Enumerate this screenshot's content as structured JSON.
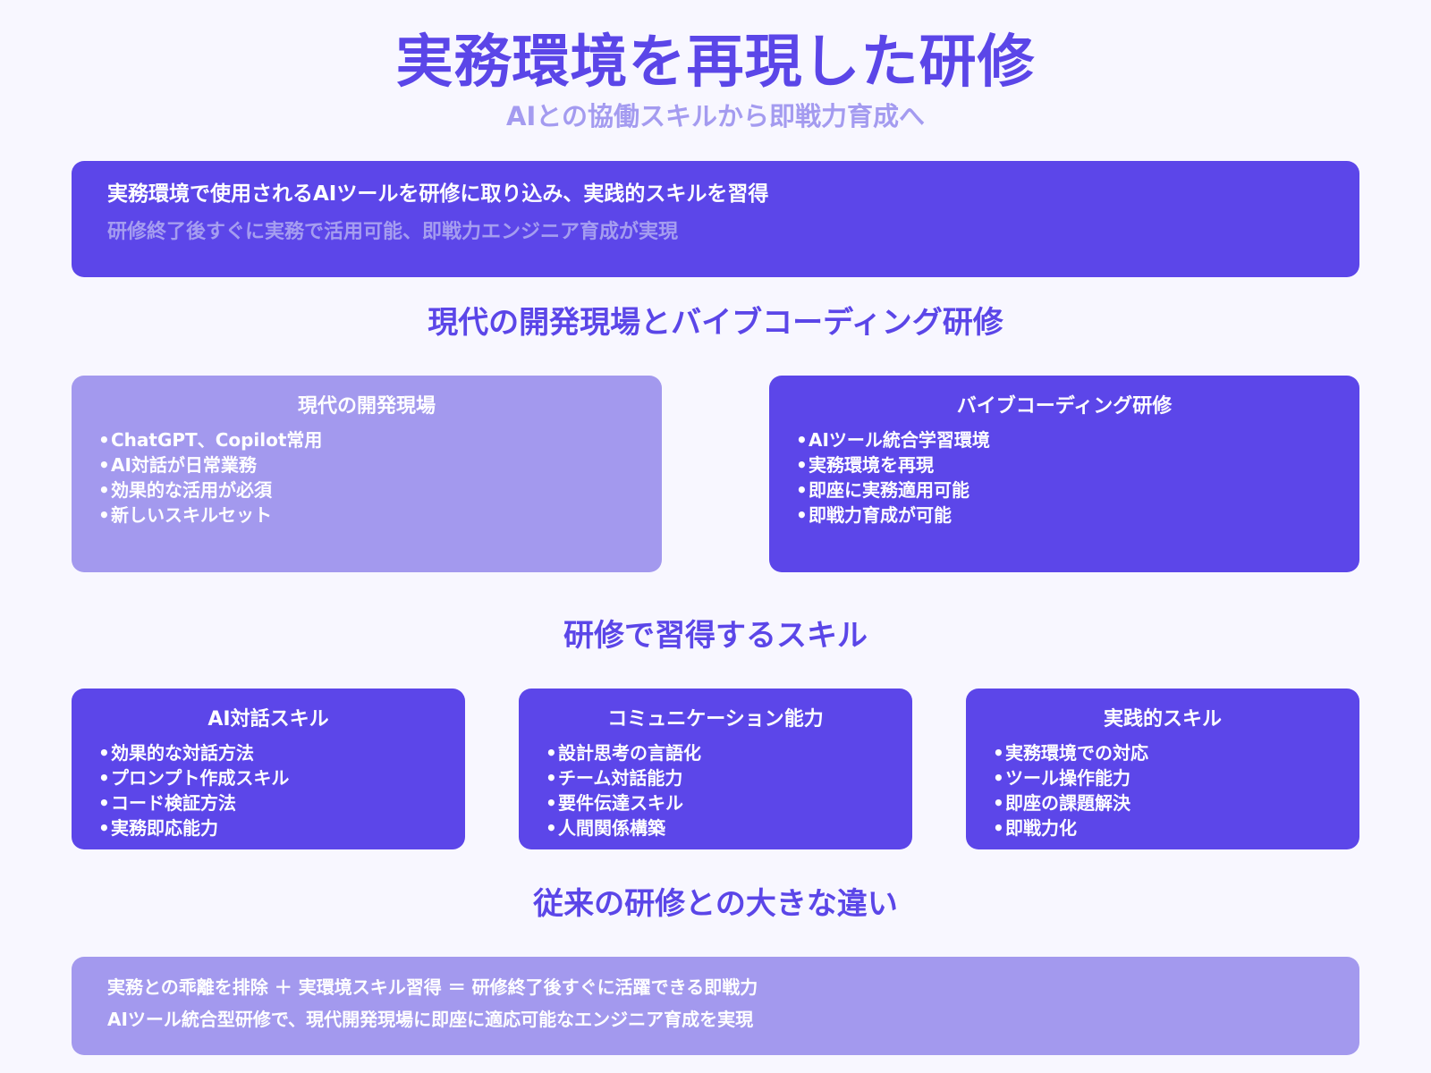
{
  "header": {
    "title": "実務環境を再現した研修",
    "subtitle": "AIとの協働スキルから即戦力育成へ"
  },
  "banner": {
    "line1": "実務環境で使用されるAIツールを研修に取り込み、実践的スキルを習得",
    "line2": "研修終了後すぐに実務で活用可能、即戦力エンジニア育成が実現"
  },
  "sections": {
    "comparison": {
      "heading": "現代の開発現場とバイブコーディング研修",
      "cards": [
        {
          "title": "現代の開発現場",
          "items": [
            "ChatGPT、Copilot常用",
            "AI対話が日常業務",
            "効果的な活用が必須",
            "新しいスキルセット"
          ]
        },
        {
          "title": "バイブコーディング研修",
          "items": [
            "AIツール統合学習環境",
            "実務環境を再現",
            "即座に実務適用可能",
            "即戦力育成が可能"
          ]
        }
      ]
    },
    "skills": {
      "heading": "研修で習得するスキル",
      "cards": [
        {
          "title": "AI対話スキル",
          "items": [
            "効果的な対話方法",
            "プロンプト作成スキル",
            "コード検証方法",
            "実務即応能力"
          ]
        },
        {
          "title": "コミュニケーション能力",
          "items": [
            "設計思考の言語化",
            "チーム対話能力",
            "要件伝達スキル",
            "人間関係構築"
          ]
        },
        {
          "title": "実践的スキル",
          "items": [
            "実務環境での対応",
            "ツール操作能力",
            "即座の課題解決",
            "即戦力化"
          ]
        }
      ]
    },
    "difference": {
      "heading": "従来の研修との大きな違い",
      "line1": "実務との乖離を排除 ＋ 実環境スキル習得 ＝ 研修終了後すぐに活躍できる即戦力",
      "line2": "AIツール統合型研修で、現代開発現場に即座に適応可能なエンジニア育成を実現"
    }
  },
  "bullet": "•",
  "colors": {
    "primary": "#5C46E9",
    "primary_light": "#A399EE",
    "subtitle": "#A49BF0",
    "background": "#F8F7FF",
    "text_on_card": "#FFFFFF"
  }
}
